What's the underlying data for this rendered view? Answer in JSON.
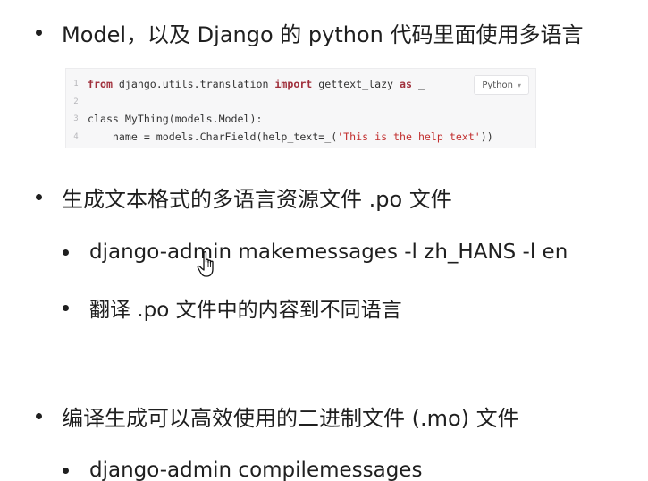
{
  "bullets": {
    "b1": "Model，以及 Django 的 python 代码里面使用多语言",
    "b2": "生成文本格式的多语言资源文件 .po 文件",
    "b2_sub1": "django-admin makemessages -l zh_HANS -l en",
    "b2_sub2": "翻译 .po 文件中的内容到不同语言",
    "b3": "编译生成可以高效使用的二进制文件 (.mo) 文件",
    "b3_sub1": "django-admin compilemessages"
  },
  "code": {
    "language": "Python",
    "line_numbers": [
      "1",
      "2",
      "3",
      "4"
    ],
    "line1": {
      "kw_from": "from",
      "module": " django.utils.translation ",
      "kw_import": "import",
      "name": " gettext_lazy ",
      "kw_as": "as",
      "alias": " _"
    },
    "line3": "class MyThing(models.Model):",
    "line4": {
      "pre": "    name = models.CharField(help_text=_(",
      "string": "'This is the help text'",
      "post": "))"
    }
  },
  "icons": {
    "cursor": "hand-pointer-icon",
    "dropdown": "chevron-down-icon"
  },
  "colors": {
    "text": "#1f1f1f",
    "keyword": "#a0303c",
    "string": "#c22f2f",
    "code_background": "#f7f7f8"
  }
}
